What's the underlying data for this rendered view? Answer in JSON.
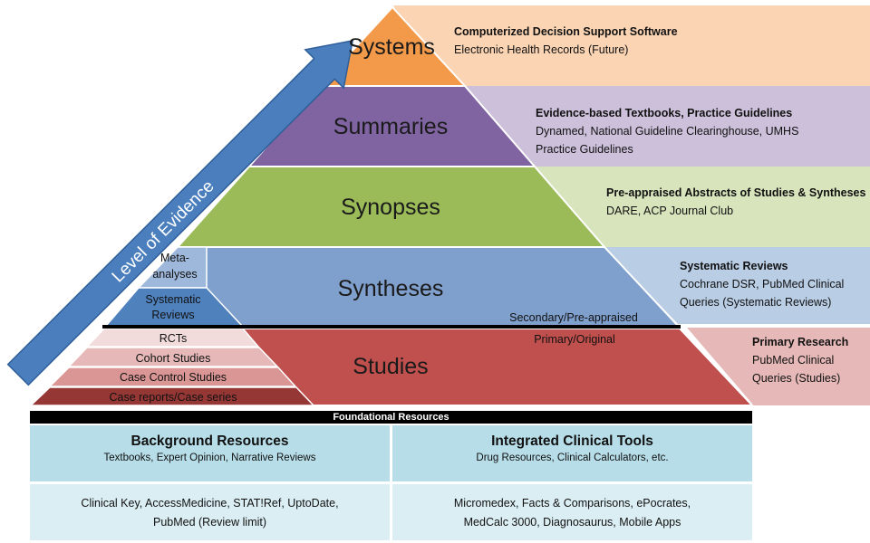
{
  "arrow": {
    "label": "Level of Evidence",
    "color": "#4a7ebd"
  },
  "pyramid": {
    "systems": {
      "label": "Systems",
      "color": "#f39a4a"
    },
    "summaries": {
      "label": "Summaries",
      "color": "#8064a2"
    },
    "synopses": {
      "label": "Synopses",
      "color": "#9bbb59"
    },
    "syntheses": {
      "label": "Syntheses",
      "color": "#7f9fcd",
      "meta_line1": "Meta-",
      "meta_line2": "analyses",
      "sys_line1": "Systematic",
      "sys_line2": "Reviews"
    },
    "divider": {
      "secondary": "Secondary/Pre-appraised",
      "primary": "Primary/Original"
    },
    "studies": {
      "label": "Studies",
      "color": "#c0504d",
      "rcts": "RCTs",
      "cohort": "Cohort Studies",
      "case_control": "Case Control Studies",
      "case_reports": "Case reports/Case series"
    }
  },
  "panels": {
    "systems": {
      "title": "Computerized Decision Support Software",
      "line1": "Electronic Health Records (Future)",
      "color": "#fbd4b4"
    },
    "summaries": {
      "title": "Evidence-based Textbooks, Practice Guidelines",
      "line1": "Dynamed, National Guideline Clearinghouse, UMHS",
      "line2": "Practice Guidelines",
      "color": "#ccc0da"
    },
    "synopses": {
      "title": "Pre-appraised Abstracts of Studies & Syntheses",
      "line1": "DARE, ACP Journal Club",
      "color": "#d7e4bc"
    },
    "syntheses": {
      "title": "Systematic Reviews",
      "line1": "Cochrane DSR, PubMed Clinical",
      "line2": "Queries (Systematic Reviews)",
      "color": "#b9cde5"
    },
    "studies": {
      "title": "Primary Research",
      "line1": "PubMed Clinical",
      "line2": "Queries (Studies)",
      "color": "#e6b9b8"
    }
  },
  "foundational": {
    "bar": "Foundational Resources",
    "background": {
      "title": "Background Resources",
      "subtitle": "Textbooks, Expert Opinion, Narrative Reviews",
      "line1": "Clinical Key, AccessMedicine, STAT!Ref, UptoDate,",
      "line2": "PubMed (Review limit)"
    },
    "integrated": {
      "title": "Integrated Clinical Tools",
      "subtitle": "Drug Resources, Clinical Calculators, etc.",
      "line1": "Micromedex, Facts & Comparisons, ePocrates,",
      "line2": "MedCalc 3000, Diagnosaurus, Mobile Apps"
    },
    "header_color": "#b7dde8",
    "body_color": "#dbeef3"
  }
}
